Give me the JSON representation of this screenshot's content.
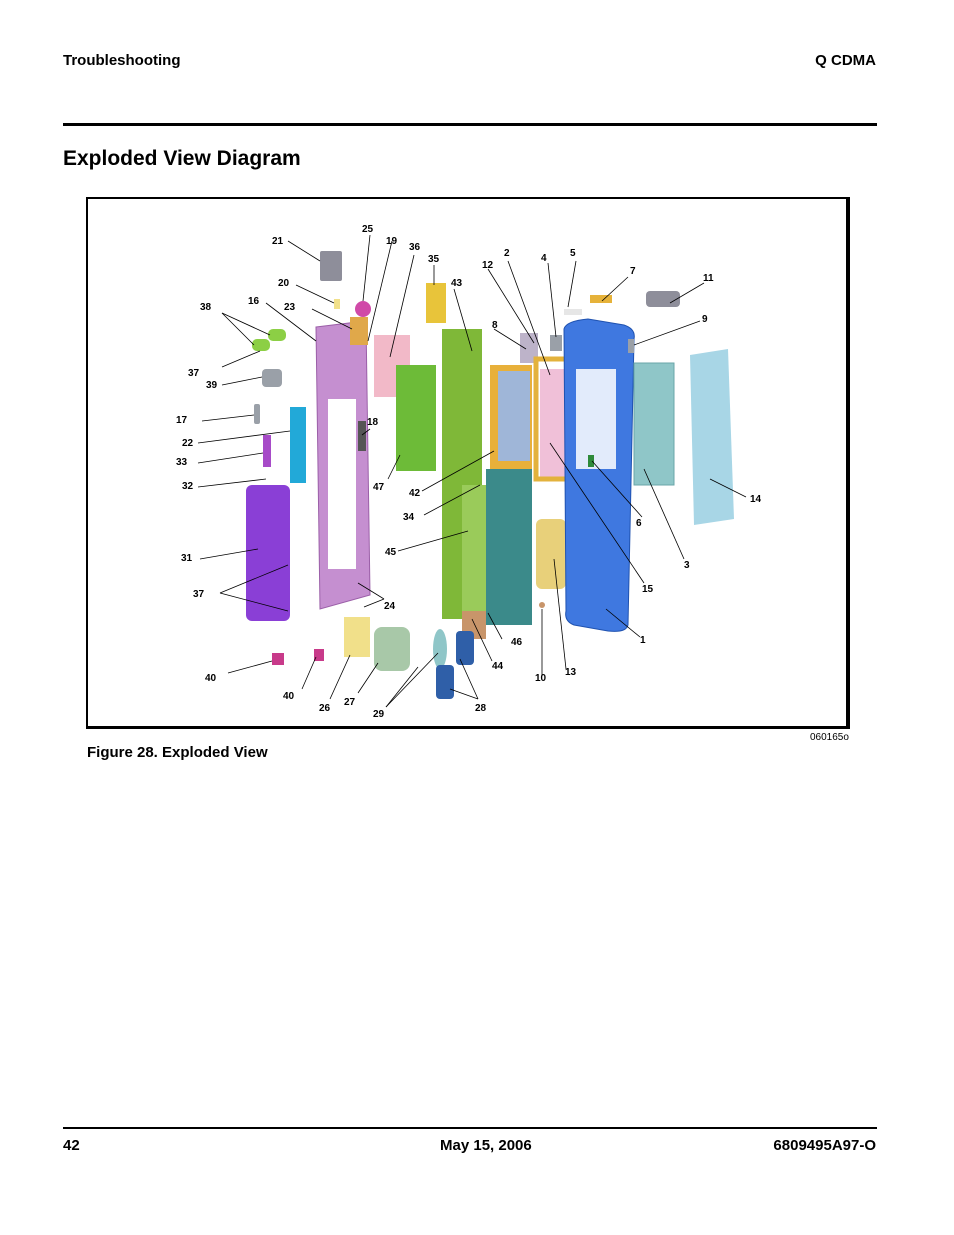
{
  "header": {
    "section": "Troubleshooting",
    "product": "Q CDMA"
  },
  "page_title": "Exploded View Diagram",
  "figure": {
    "caption": "Figure 28. Exploded View",
    "code": "060165o",
    "callouts": [
      "1",
      "2",
      "3",
      "4",
      "5",
      "6",
      "7",
      "8",
      "9",
      "10",
      "11",
      "12",
      "13",
      "14",
      "15",
      "16",
      "17",
      "18",
      "19",
      "20",
      "21",
      "22",
      "23",
      "24",
      "25",
      "26",
      "27",
      "28",
      "29",
      "31",
      "32",
      "33",
      "34",
      "35",
      "36",
      "37",
      "37",
      "38",
      "39",
      "40",
      "40",
      "42",
      "43",
      "44",
      "45",
      "46",
      "47"
    ],
    "colors": {
      "front_housing": "#3f78e0",
      "mid_chassis": "#c58fd0",
      "battery_door": "#8a3fd6",
      "pcb": "#7fb838",
      "display": "#9fb6d8",
      "lens": "#a8d6e6",
      "keypad": "#e8d07a"
    }
  },
  "footer": {
    "page_number": "42",
    "date": "May 15, 2006",
    "doc_number": "6809495A97-O"
  }
}
